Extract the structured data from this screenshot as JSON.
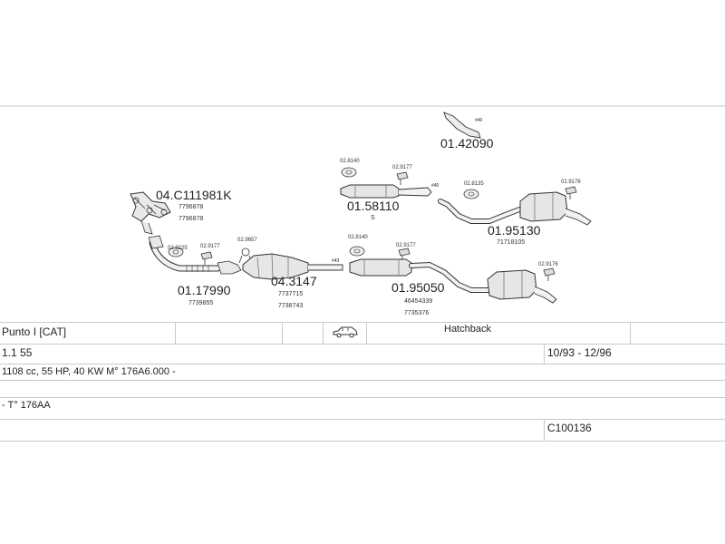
{
  "parts": [
    {
      "id": "manifold",
      "number": "04.C111981K",
      "subs": [
        "7796878",
        "7796878"
      ]
    },
    {
      "id": "front_pipe",
      "number": "01.17990",
      "subs": [
        "7739855"
      ]
    },
    {
      "id": "catalyst",
      "number": "04.3147",
      "subs": [
        "7737715",
        "7738743"
      ]
    },
    {
      "id": "front_mid",
      "number": "01.58110",
      "subs": [
        "S"
      ]
    },
    {
      "id": "mid_box",
      "number": "01.95050",
      "subs": [
        "46454339",
        "7735376"
      ]
    },
    {
      "id": "tail_pipe",
      "number": "01.42090",
      "subs": []
    },
    {
      "id": "rear_box",
      "number": "01.95130",
      "subs": [
        "71718105"
      ]
    }
  ],
  "fittings": [
    {
      "id": "f1",
      "label": "02.8225"
    },
    {
      "id": "f2",
      "label": "02.9177"
    },
    {
      "id": "f3",
      "label": "02.9657"
    },
    {
      "id": "f4",
      "label": "02.8140"
    },
    {
      "id": "f5",
      "label": "02.9177"
    },
    {
      "id": "f6",
      "label": "02.8140"
    },
    {
      "id": "f7",
      "label": "02.9177"
    },
    {
      "id": "f8",
      "label": "02.8135"
    },
    {
      "id": "f9",
      "label": "02.9176"
    },
    {
      "id": "f10",
      "label": "02.9176"
    }
  ],
  "markers": {
    "m43": "#43",
    "m40a": "#40",
    "m40b": "#40"
  },
  "info": {
    "model": "Punto I [CAT]",
    "body": "Hatchback",
    "variant": "1.1 55",
    "period": "10/93 - 12/96",
    "engine": "1108 cc, 55 HP, 40 KW M° 176A6.000 -",
    "engine_code": "- T° 176AA",
    "catalog_no": "C100136",
    "vehicle_icon": "car-icon"
  }
}
